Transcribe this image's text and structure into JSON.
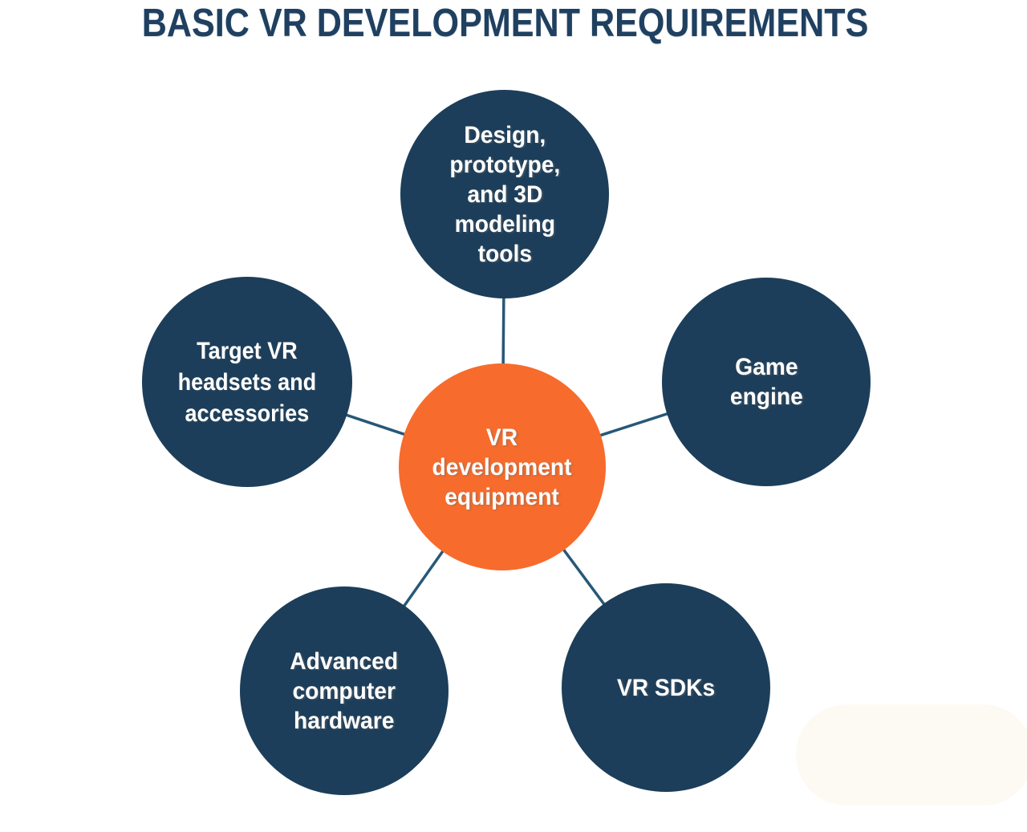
{
  "title": "BASIC VR DEVELOPMENT REQUIREMENTS",
  "colors": {
    "background": "#FFFFFF",
    "title_text": "#1F4060",
    "node_fill": "#1C3E5A",
    "center_fill": "#F76B2C",
    "node_text": "#FFFFFF",
    "connector": "#265878",
    "corner_blob": "#FCFAF3"
  },
  "diagram": {
    "type": "radial-spoke",
    "center_node": {
      "label": "VR\ndevelopment\nequipment"
    },
    "nodes": [
      {
        "id": "design-tools",
        "position": "top",
        "label": "Design,\nprototype,\nand 3D\nmodeling\ntools"
      },
      {
        "id": "game-engine",
        "position": "right",
        "label": "Game\nengine"
      },
      {
        "id": "vr-sdks",
        "position": "bottom-right",
        "label": "VR SDKs"
      },
      {
        "id": "computer-hardware",
        "position": "bottom-left",
        "label": "Advanced\ncomputer\nhardware"
      },
      {
        "id": "vr-headsets",
        "position": "left",
        "label": "Target VR\nheadsets and\naccessories"
      }
    ]
  }
}
